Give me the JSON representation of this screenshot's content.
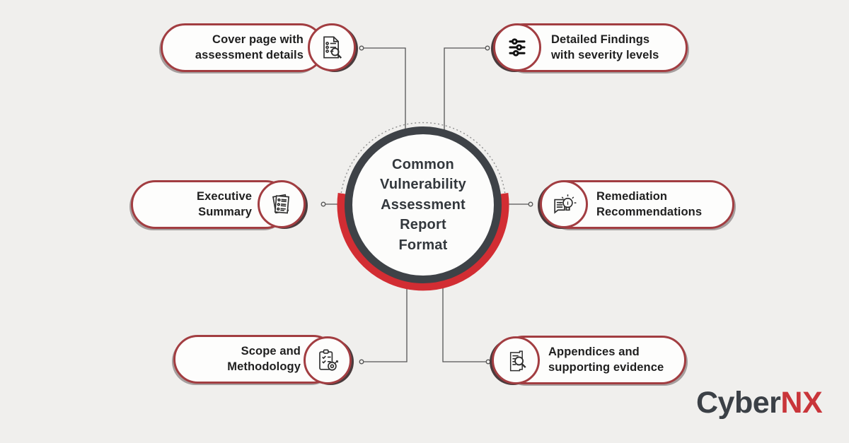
{
  "colors": {
    "bg": "#f0efed",
    "pill-border": "#a23d41",
    "crescent": "#4a3b3d",
    "ring": "#3e4247",
    "arc-red": "#d22d33",
    "connector": "#555555",
    "text": "#1f1f1f",
    "logo-dark": "#3b4046",
    "logo-red": "#c9353a"
  },
  "center": {
    "title_lines": [
      "Common",
      "Vulnerability",
      "Assessment",
      "Report",
      "Format"
    ]
  },
  "nodes": [
    {
      "id": "cover-page",
      "line1": "Cover page with",
      "line2": "assessment details",
      "icon": "document-search-icon"
    },
    {
      "id": "detailed-findings",
      "line1": "Detailed Findings",
      "line2": "with severity levels",
      "icon": "filter-sliders-icon"
    },
    {
      "id": "executive-summary",
      "line1": "Executive",
      "line2": "Summary",
      "icon": "checklist-pages-icon"
    },
    {
      "id": "remediation",
      "line1": "Remediation",
      "line2": "Recommendations",
      "icon": "idea-bulb-document-icon"
    },
    {
      "id": "scope-methodology",
      "line1": "Scope and",
      "line2": "Methodology",
      "icon": "clipboard-target-icon"
    },
    {
      "id": "appendices",
      "line1": "Appendices and",
      "line2": "supporting evidence",
      "icon": "document-magnifier-icon"
    }
  ],
  "logo": {
    "prefix": "Cyber",
    "suffix": "NX"
  }
}
